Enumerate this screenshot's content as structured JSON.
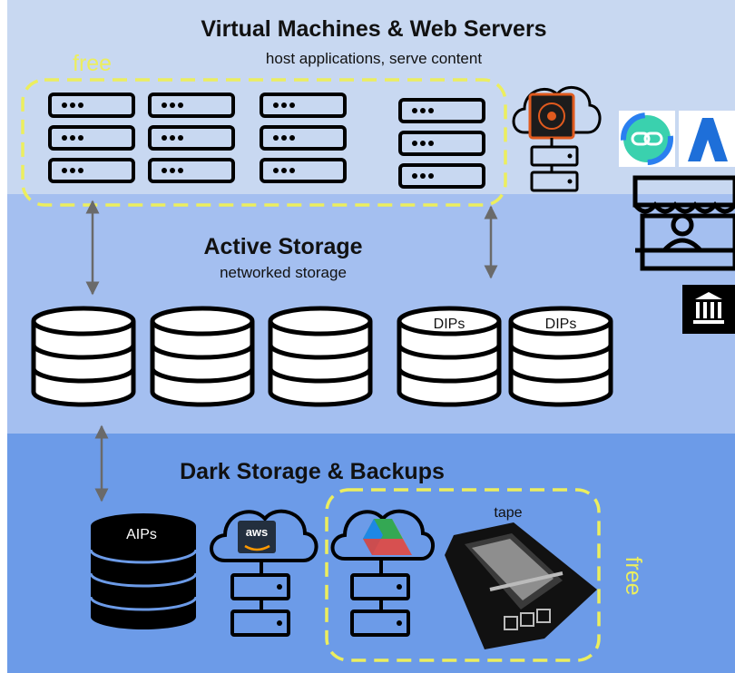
{
  "layers": {
    "vm": {
      "title": "Virtual Machines & Web Servers",
      "subtitle": "host applications, serve content",
      "free_label": "free"
    },
    "active": {
      "title": "Active Storage",
      "subtitle": "networked storage",
      "db4_label": "DIPs",
      "db5_label": "DIPs"
    },
    "dark": {
      "title": "Dark Storage & Backups",
      "aips_label": "AIPs",
      "aws_label": "aws",
      "tape_label": "tape",
      "free_label": "free"
    }
  },
  "icons": {
    "vm_servers": [
      "server-rack-icon",
      "server-rack-icon",
      "server-rack-icon",
      "server-rack-icon"
    ],
    "vm_cloud": "cloud-server-icon",
    "sidebar": [
      "chain-link-app-icon",
      "a-logo-app-icon",
      "storefront-kiosk-icon",
      "museum-building-icon"
    ],
    "arrows": "double-headed-arrow-icon"
  },
  "colors": {
    "vm_band": "#c8d8f1",
    "active_band": "#a4bff0",
    "dark_band": "#6c9be8",
    "free_dash": "#ecee5e",
    "arrow": "#6a6a6a",
    "stroke": "#000000"
  }
}
